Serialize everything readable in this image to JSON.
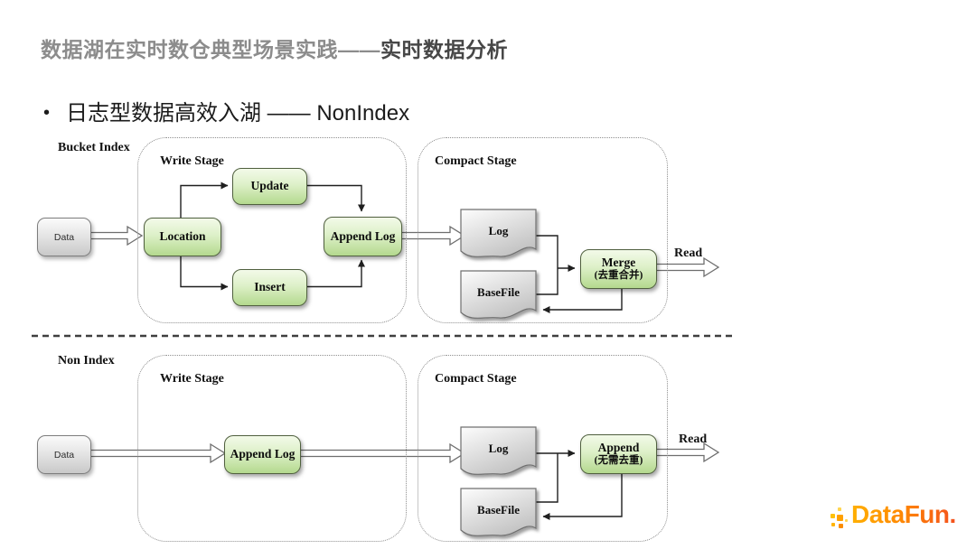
{
  "slide": {
    "title_prefix": "数据湖在实时数仓典型场景实践——",
    "title_emphasis": "实时数据分析",
    "bullet_marker": "•",
    "bullet": "日志型数据高效入湖 —— NonIndex"
  },
  "colors": {
    "node_green_fill_top": "#f3fae9",
    "node_green_fill_bottom": "#b4d98e",
    "node_green_border": "#50603f",
    "node_gray_fill": "#d9d9d9",
    "dashed_border": "#8f8f8f",
    "title_gray": "#8c8c8c",
    "title_dark": "#474747",
    "logo_gradient_start": "#ffb000",
    "logo_gradient_end": "#f4511e"
  },
  "top_flow": {
    "section_label": "Bucket Index",
    "data_node": "Data",
    "write_stage": {
      "title": "Write Stage",
      "update": "Update",
      "location": "Location",
      "insert": "Insert",
      "append_log": "Append Log"
    },
    "compact_stage": {
      "title": "Compact Stage",
      "log": "Log",
      "basefile": "BaseFile",
      "merge_line1": "Merge",
      "merge_line2": "(去重合并)"
    },
    "read_label": "Read"
  },
  "bottom_flow": {
    "section_label": "Non Index",
    "data_node": "Data",
    "write_stage": {
      "title": "Write Stage",
      "append_log": "Append Log"
    },
    "compact_stage": {
      "title": "Compact Stage",
      "log": "Log",
      "basefile": "BaseFile",
      "append_line1": "Append",
      "append_line2": "(无需去重)"
    },
    "read_label": "Read"
  },
  "logo": {
    "text": "DataFun."
  }
}
